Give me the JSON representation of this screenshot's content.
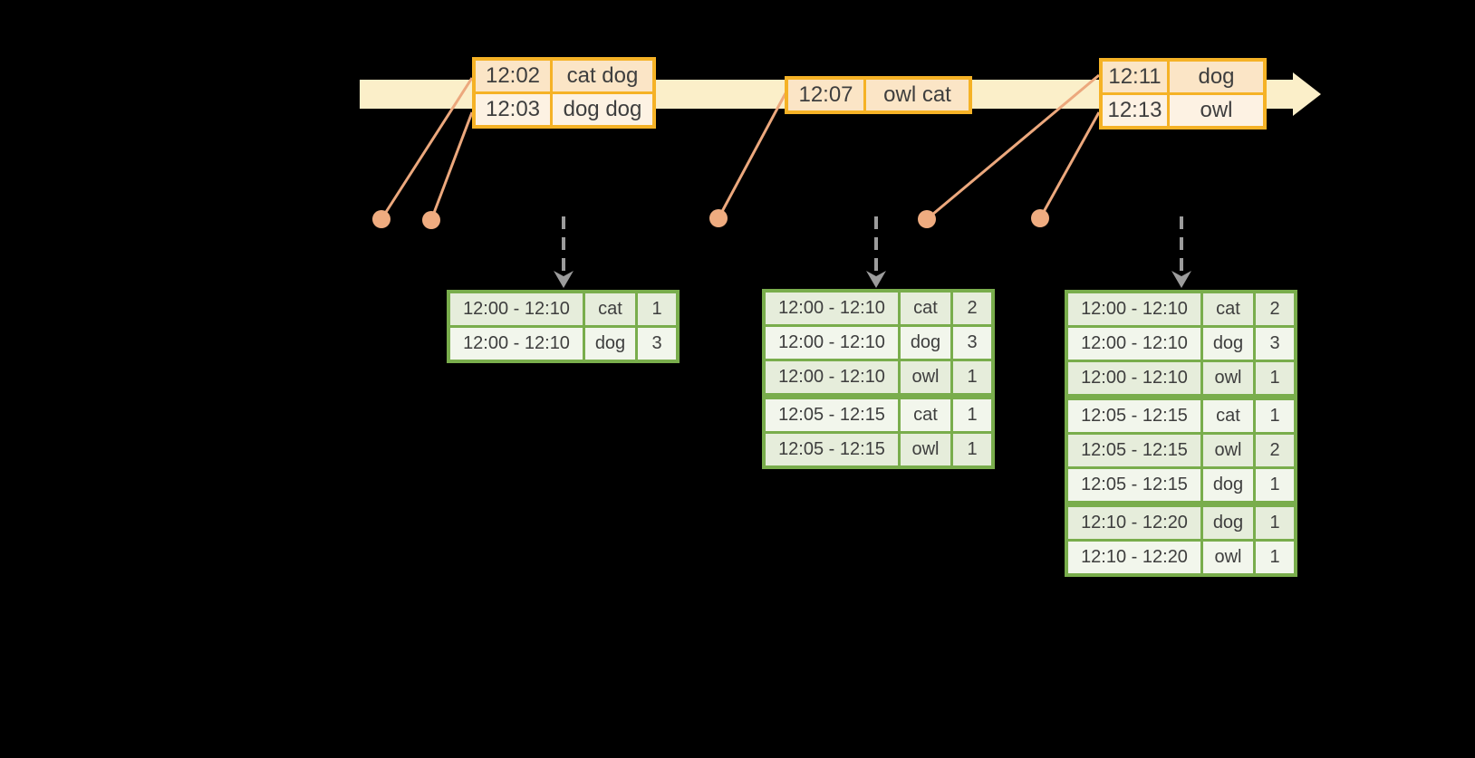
{
  "colors": {
    "timeline_band": "#FBEFC9",
    "event_border": "#F5B226",
    "event_row_dark": "#FBE5C6",
    "event_row_light": "#FDF2E3",
    "result_border": "#79AD4C",
    "result_row_dark": "#E6EDDB",
    "result_row_light": "#F2F6EC",
    "connector_line": "#ECA87D",
    "event_dot": "#EFAC80",
    "trigger_arrow": "#9C9C9C",
    "text": "#3E3E3E",
    "background": "#000000"
  },
  "event_tables": [
    {
      "rows": [
        {
          "time": "12:02",
          "words": "cat dog"
        },
        {
          "time": "12:03",
          "words": "dog dog"
        }
      ]
    },
    {
      "rows": [
        {
          "time": "12:07",
          "words": "owl cat"
        }
      ]
    },
    {
      "rows": [
        {
          "time": "12:11",
          "words": "dog"
        },
        {
          "time": "12:13",
          "words": "owl"
        }
      ]
    }
  ],
  "result_tables": [
    {
      "rows": [
        {
          "window": "12:00 - 12:10",
          "word": "cat",
          "count": "1"
        },
        {
          "window": "12:00 - 12:10",
          "word": "dog",
          "count": "3"
        }
      ]
    },
    {
      "rows": [
        {
          "window": "12:00 - 12:10",
          "word": "cat",
          "count": "2"
        },
        {
          "window": "12:00 - 12:10",
          "word": "dog",
          "count": "3"
        },
        {
          "window": "12:00 - 12:10",
          "word": "owl",
          "count": "1"
        },
        {
          "window": "12:05 - 12:15",
          "word": "cat",
          "count": "1"
        },
        {
          "window": "12:05 - 12:15",
          "word": "owl",
          "count": "1"
        }
      ]
    },
    {
      "rows": [
        {
          "window": "12:00 - 12:10",
          "word": "cat",
          "count": "2"
        },
        {
          "window": "12:00 - 12:10",
          "word": "dog",
          "count": "3"
        },
        {
          "window": "12:00 - 12:10",
          "word": "owl",
          "count": "1"
        },
        {
          "window": "12:05 - 12:15",
          "word": "cat",
          "count": "1"
        },
        {
          "window": "12:05 - 12:15",
          "word": "owl",
          "count": "2"
        },
        {
          "window": "12:05 - 12:15",
          "word": "dog",
          "count": "1"
        },
        {
          "window": "12:10 - 12:20",
          "word": "dog",
          "count": "1"
        },
        {
          "window": "12:10 - 12:20",
          "word": "owl",
          "count": "1"
        }
      ]
    }
  ]
}
